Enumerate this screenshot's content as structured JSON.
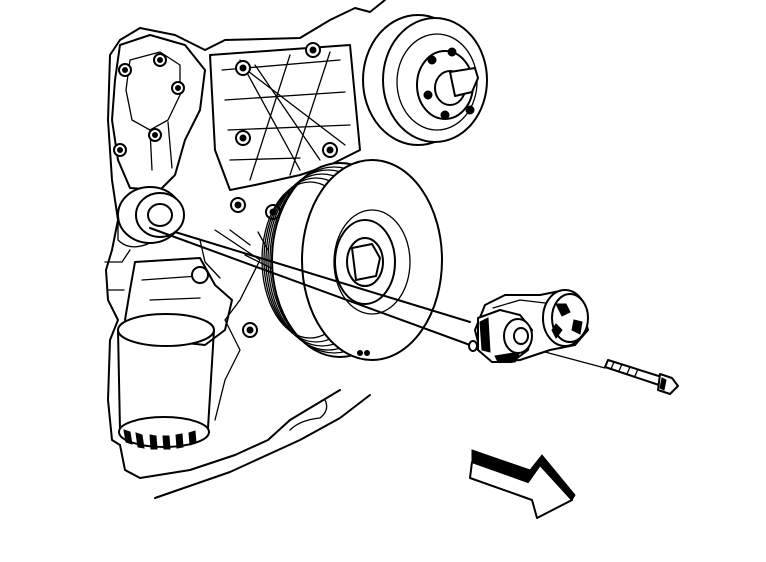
{
  "figure": {
    "kind": "line-drawing",
    "colors": {
      "ink": "#000000",
      "paper": "#ffffff"
    },
    "parts": [
      "engine-block",
      "oil-filter",
      "idler-pulley",
      "upper-pulley",
      "crankshaft-pulley",
      "belt-tensioner",
      "tensioner-bolt",
      "alignment-line",
      "direction-arrow"
    ]
  }
}
